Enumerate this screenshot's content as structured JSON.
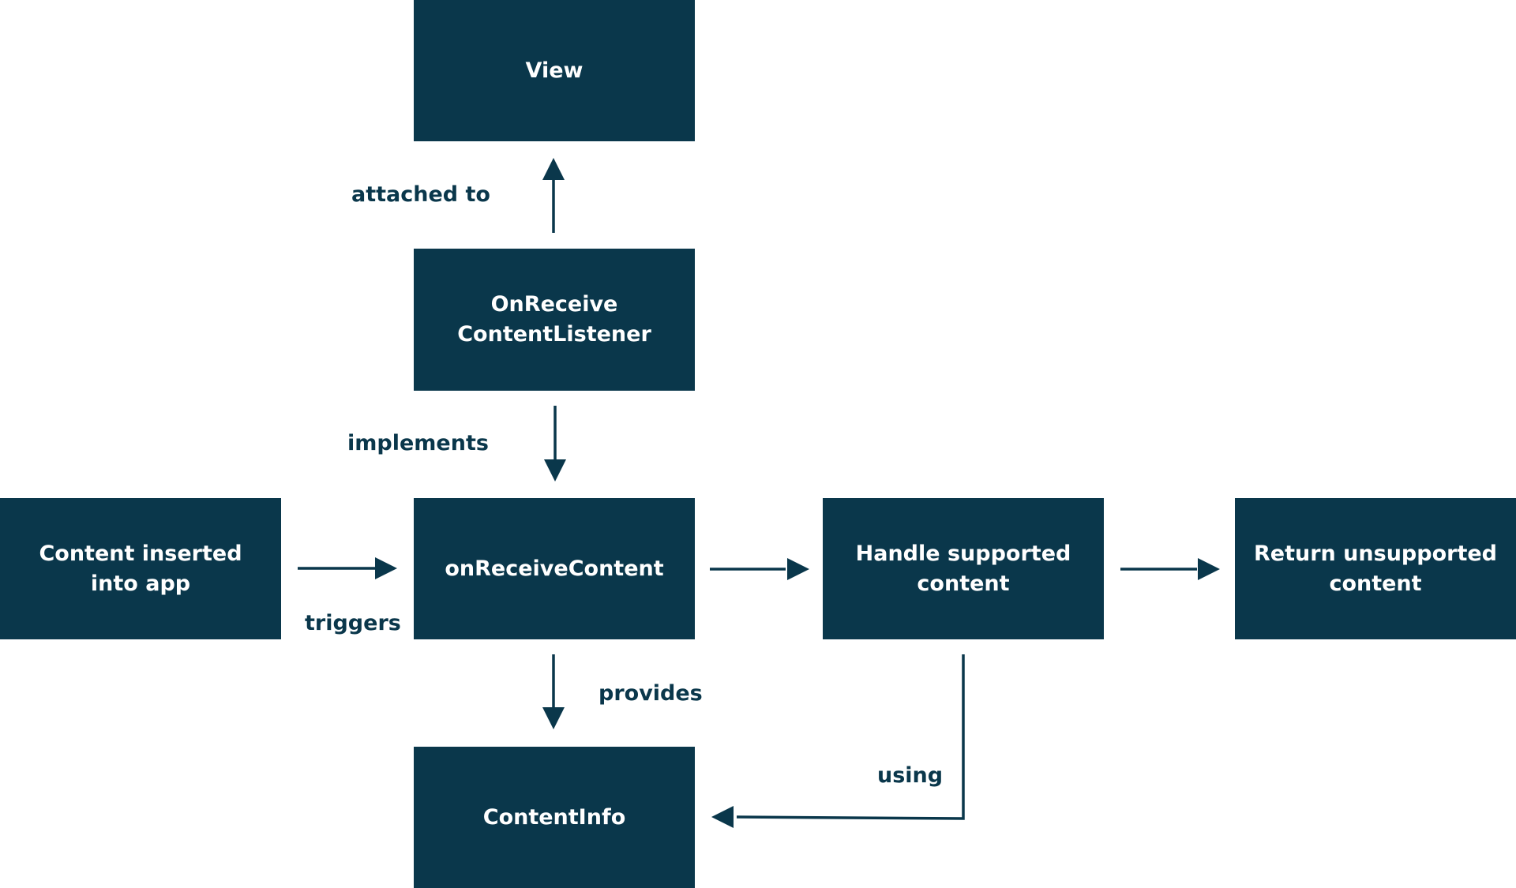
{
  "nodes": {
    "view": "View",
    "listener": "OnReceive\nContentListener",
    "content_inserted": "Content inserted\ninto app",
    "on_receive_content": "onReceiveContent",
    "handle_supported": "Handle supported\ncontent",
    "return_unsupported": "Return unsupported\ncontent",
    "content_info": "ContentInfo"
  },
  "edges": {
    "attached_to": "attached to",
    "implements": "implements",
    "triggers": "triggers",
    "provides": "provides",
    "using": "using"
  },
  "colors": {
    "box_fill": "#0a374b",
    "box_text": "#ffffff",
    "edge": "#0a374b",
    "background": "#ffffff"
  }
}
